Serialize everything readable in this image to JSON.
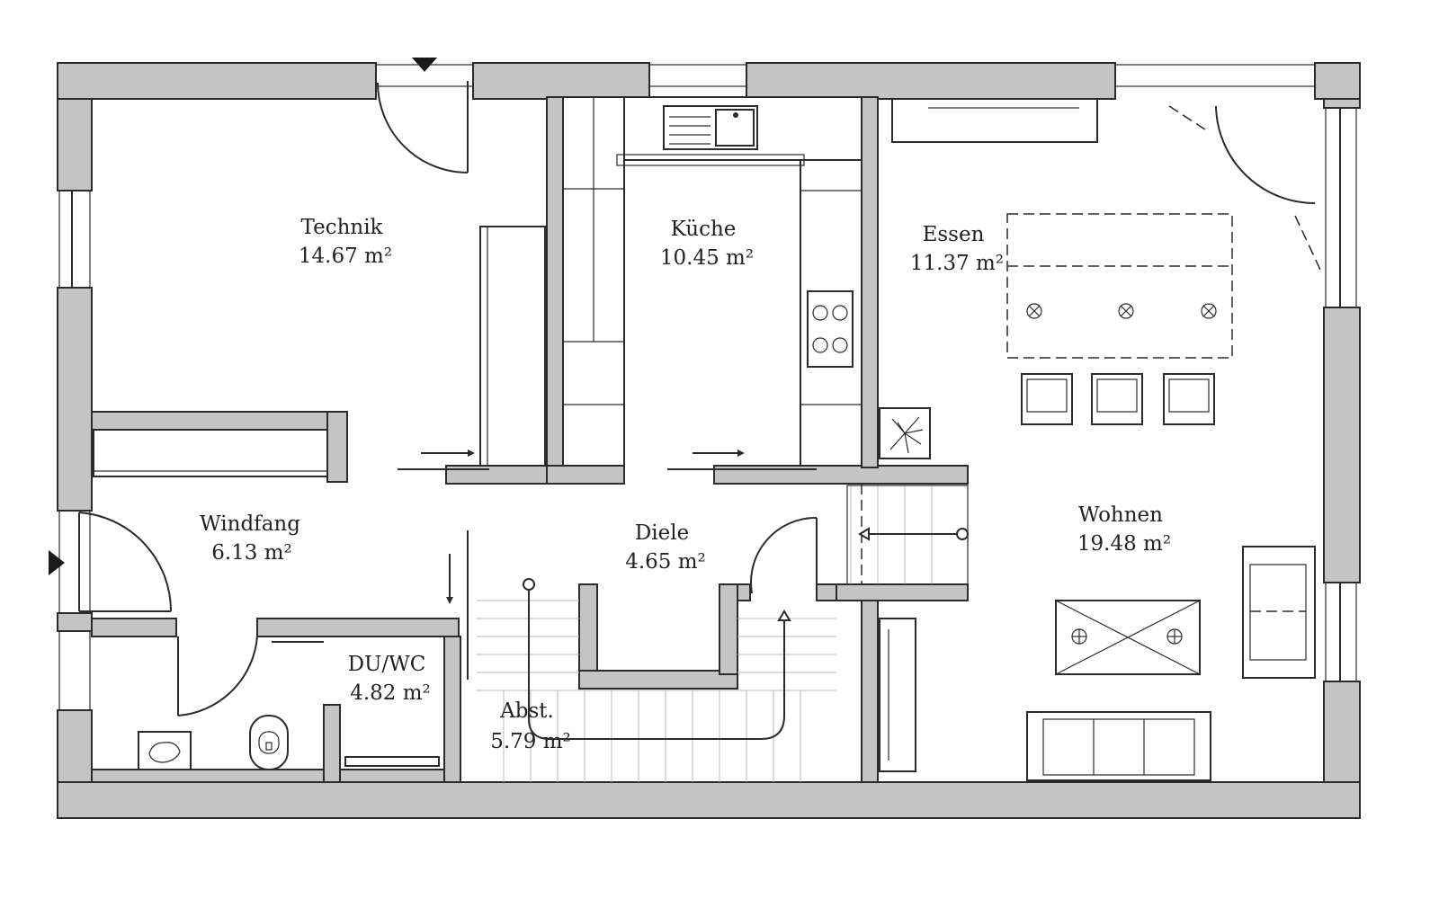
{
  "rooms": [
    {
      "id": "technik",
      "name": "Technik",
      "area": "14.67 m²"
    },
    {
      "id": "kueche",
      "name": "Küche",
      "area": "10.45 m²"
    },
    {
      "id": "essen",
      "name": "Essen",
      "area": "11.37 m²"
    },
    {
      "id": "windfang",
      "name": "Windfang",
      "area": "6.13 m²"
    },
    {
      "id": "diele",
      "name": "Diele",
      "area": "4.65 m²"
    },
    {
      "id": "wohnen",
      "name": "Wohnen",
      "area": "19.48 m²"
    },
    {
      "id": "duwc",
      "name": "DU/WC",
      "area": "4.82 m²"
    },
    {
      "id": "abst",
      "name": "Abst.",
      "area": "5.79 m²"
    }
  ],
  "colors": {
    "wall_fill": "#c4c4c4",
    "line": "#2b2b2b",
    "background": "#ffffff"
  }
}
